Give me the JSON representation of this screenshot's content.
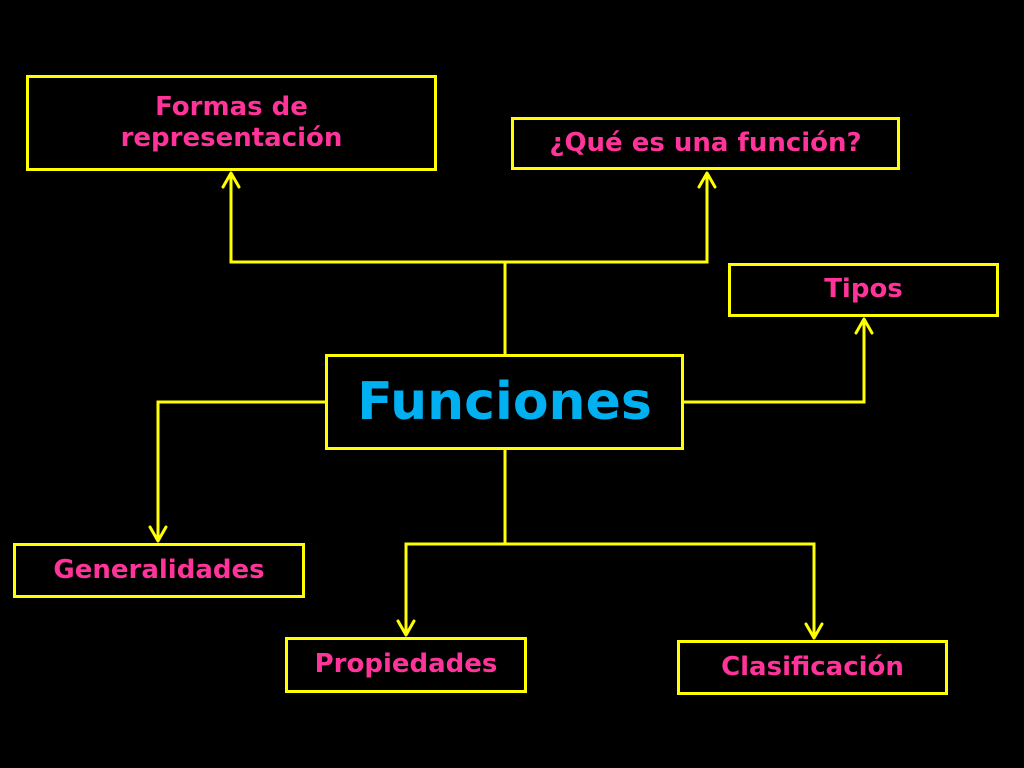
{
  "center": {
    "label": "Funciones"
  },
  "nodes": {
    "formas": "Formas de representación",
    "que_es": "¿Qué es una función?",
    "tipos": "Tipos",
    "generalidades": "Generalidades",
    "propiedades": "Propiedades",
    "clasificacion": "Clasificación"
  },
  "colors": {
    "background": "#000000",
    "border": "#ffff00",
    "connector": "#ffff00",
    "node_text": "#ff3399",
    "center_text": "#00b0f0"
  }
}
